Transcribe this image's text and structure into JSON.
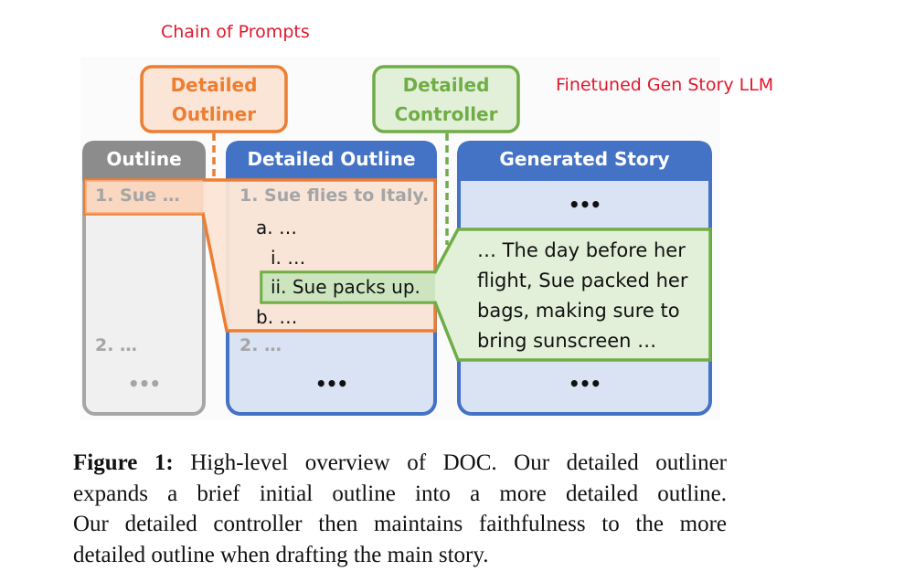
{
  "labels": {
    "chain_of_prompts": "Chain of Prompts",
    "finetuned_llm": "Finetuned Gen Story LLM"
  },
  "components": {
    "detailed_outliner": {
      "line1": "Detailed",
      "line2": "Outliner",
      "color": "#ed7d31",
      "fill": "#fbe5d6"
    },
    "detailed_controller": {
      "line1": "Detailed",
      "line2": "Controller",
      "color": "#70ad47",
      "fill": "#e2f0d9"
    }
  },
  "columns": {
    "outline": {
      "header": "Outline",
      "item1": "1. Sue …",
      "item2": "2. …",
      "ellipsis": "•••",
      "header_color": "#8c8c8c",
      "fill": "#f0f0f0"
    },
    "detailed_outline": {
      "header": "Detailed Outline",
      "item1": "1. Sue flies to Italy.",
      "item_a": "a. …",
      "item_i": "i. …",
      "item_ii": "ii. Sue packs up.",
      "item_b": "b. …",
      "item2": "2. …",
      "ellipsis": "•••",
      "header_color": "#4472c4",
      "fill": "#dae3f3"
    },
    "generated_story": {
      "header": "Generated Story",
      "ellipsis_top": "•••",
      "passage": [
        "… The day before her",
        "flight, Sue packed her",
        "bags, making sure to",
        "bring sunscreen …"
      ],
      "ellipsis_bottom": "•••",
      "header_color": "#4472c4",
      "fill": "#dae3f3"
    }
  },
  "caption": {
    "label": "Figure 1:",
    "lines": [
      " High-level overview of DOC. Our detailed outliner",
      "expands a brief initial outline into a more detailed outline.",
      "Our detailed controller then maintains faithfulness to the more",
      "detailed outline when drafting the main story."
    ]
  }
}
